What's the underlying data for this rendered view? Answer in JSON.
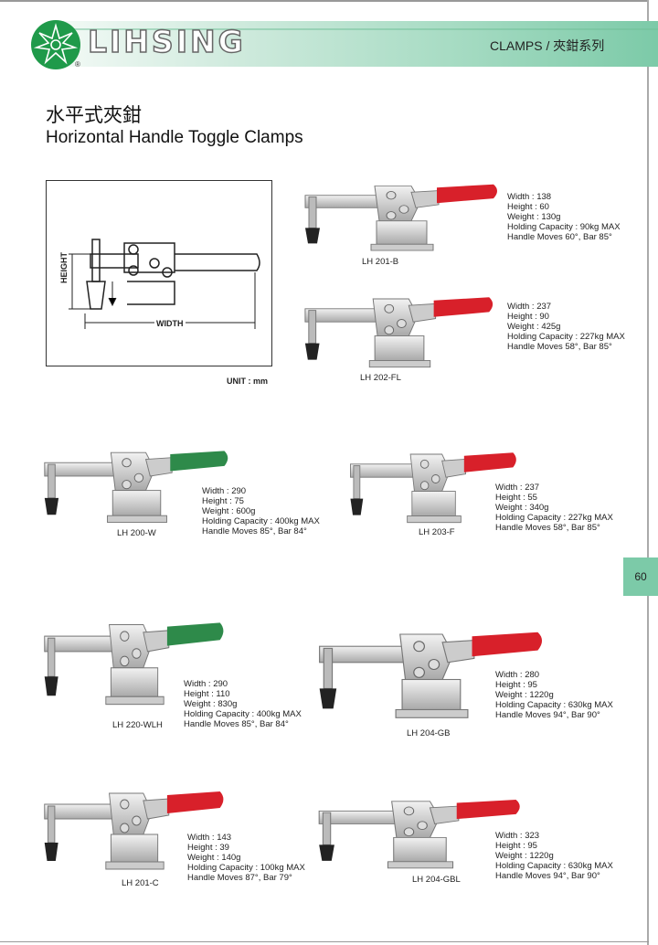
{
  "header": {
    "brand": "LIHSING",
    "registered": "®",
    "section": "CLAMPS /   夾鉗系列"
  },
  "title": {
    "zh": "水平式夾鉗",
    "en": "Horizontal Handle Toggle Clamps"
  },
  "diagram": {
    "height_label": "HEIGHT",
    "width_label": "WIDTH",
    "unit": "UNIT : mm"
  },
  "page_number": "60",
  "colors": {
    "red_handle": "#d8202a",
    "green_handle": "#2e8a4a",
    "brand_green": "#1f9a4a"
  },
  "products": [
    {
      "model": "LH 201-B",
      "handle": "red",
      "specs": [
        "Width : 138",
        "Height : 60",
        "Weight : 130g",
        "Holding Capacity : 90kg MAX",
        "Handle Moves 60°, Bar 85°"
      ]
    },
    {
      "model": "LH 202-FL",
      "handle": "red",
      "specs": [
        "Width : 237",
        "Height : 90",
        "Weight : 425g",
        "Holding Capacity : 227kg MAX",
        "Handle Moves 58°, Bar 85°"
      ]
    },
    {
      "model": "LH 200-W",
      "handle": "green",
      "specs": [
        "Width : 290",
        "Height : 75",
        "Weight : 600g",
        "Holding Capacity : 400kg MAX",
        "Handle Moves 85°, Bar 84°"
      ]
    },
    {
      "model": "LH 203-F",
      "handle": "red",
      "specs": [
        "Width : 237",
        "Height : 55",
        "Weight : 340g",
        "Holding Capacity : 227kg MAX",
        "Handle Moves 58°, Bar 85°"
      ]
    },
    {
      "model": "LH 220-WLH",
      "handle": "green",
      "specs": [
        "Width : 290",
        "Height : 110",
        "Weight : 830g",
        "Holding Capacity : 400kg MAX",
        "Handle Moves 85°, Bar 84°"
      ]
    },
    {
      "model": "LH 204-GB",
      "handle": "red",
      "specs": [
        "Width : 280",
        "Height : 95",
        "Weight : 1220g",
        "Holding Capacity : 630kg MAX",
        "Handle Moves 94°, Bar 90°"
      ]
    },
    {
      "model": "LH 201-C",
      "handle": "red",
      "specs": [
        "Width : 143",
        "Height : 39",
        "Weight : 140g",
        "Holding Capacity : 100kg MAX",
        "Handle Moves 87°, Bar 79°"
      ]
    },
    {
      "model": "LH 204-GBL",
      "handle": "red",
      "specs": [
        "Width : 323",
        "Height : 95",
        "Weight : 1220g",
        "Holding Capacity : 630kg MAX",
        "Handle Moves 94°, Bar 90°"
      ]
    }
  ]
}
